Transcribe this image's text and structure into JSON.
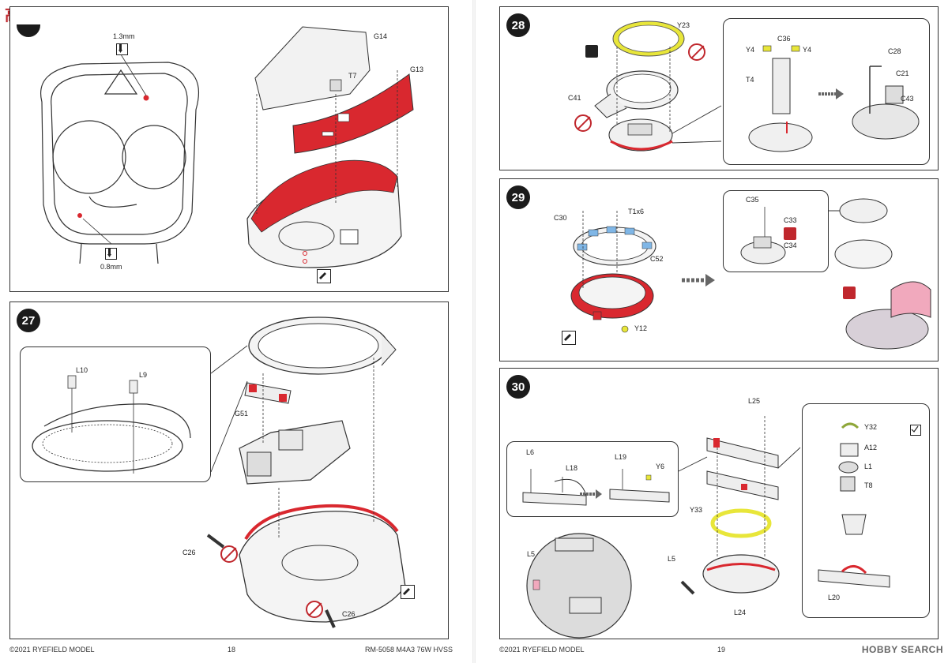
{
  "watermark": {
    "text": "高网"
  },
  "left_page": {
    "step26": {
      "labels": {
        "drill1": "1.3mm",
        "drill2": "0.8mm",
        "g14": "G14",
        "t7": "T7",
        "g13": "G13"
      }
    },
    "step27": {
      "number": "27",
      "labels": {
        "l10": "L10",
        "l9": "L9",
        "g51": "G51",
        "c26a": "C26",
        "c26b": "C26"
      }
    },
    "footer": {
      "copyright": "©2021 RYEFIELD MODEL",
      "page": "18",
      "product": "RM-5058 M4A3 76W HVSS"
    }
  },
  "right_page": {
    "step28": {
      "number": "28",
      "labels": {
        "y23": "Y23",
        "c41": "C41",
        "y4a": "Y4",
        "c36": "C36",
        "y4b": "Y4",
        "t4": "T4",
        "c28": "C28",
        "c21": "C21",
        "c43": "C43"
      }
    },
    "step29": {
      "number": "29",
      "labels": {
        "c30": "C30",
        "t1x6": "T1x6",
        "c52": "C52",
        "y12": "Y12",
        "c35": "C35",
        "c33": "C33",
        "c34": "C34"
      }
    },
    "step30": {
      "number": "30",
      "labels": {
        "l25": "L25",
        "l6": "L6",
        "l18": "L18",
        "l19": "L19",
        "y6": "Y6",
        "y33": "Y33",
        "l5a": "L5",
        "l5b": "L5",
        "l24": "L24",
        "y32": "Y32",
        "a12": "A12",
        "l1": "L1",
        "t8": "T8",
        "l20": "L20"
      }
    },
    "footer": {
      "copyright": "©2021 RYEFIELD MODEL",
      "page": "19"
    }
  },
  "brand": {
    "text": "HOBBY SEARCH"
  },
  "colors": {
    "highlight_red": "#d9282f",
    "highlight_yellow": "#e8e63a",
    "highlight_blue": "#7fb6e6",
    "pink_hatch": "#f1a9bd",
    "line": "#333333"
  }
}
